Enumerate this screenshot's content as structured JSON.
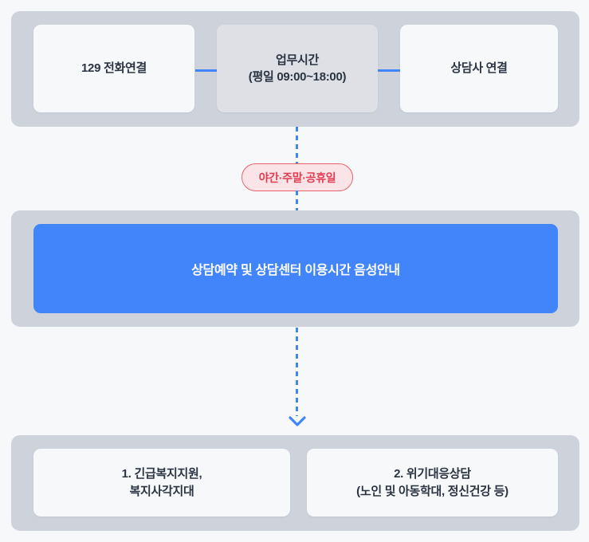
{
  "colors": {
    "page_background": "#f7f8fa",
    "group_background": "#ced3db",
    "card_background": "#f7f8fa",
    "card_shaded_background": "#dee0e5",
    "accent_blue": "#4285fb",
    "badge_red_text": "#e23c4e",
    "badge_red_border": "#e8636f",
    "badge_red_fill": "#fbe4e8",
    "text_dark": "#2b3442"
  },
  "flow": {
    "phone_row": {
      "call": {
        "number": "129",
        "label": "전화연결"
      },
      "hours": {
        "title": "업무시간",
        "detail": "(평일 09:00~18:00)"
      },
      "agent": {
        "label": "상담사 연결"
      }
    },
    "badge": {
      "label": "야간·주말·공휴일"
    },
    "voice_banner": {
      "label": "상담예약 및 상담센터 이용시간 음성안내"
    },
    "routes": [
      {
        "line1": "1. 긴급복지지원,",
        "line2": "복지사각지대",
        "index": "1."
      },
      {
        "line1": "2. 위기대응상담",
        "line2": "(노인 및 아동학대, 정신건강 등)",
        "index": "2."
      }
    ],
    "connectors": {
      "horizontal_1": "solid-blue-line",
      "horizontal_2": "solid-blue-line",
      "vertical_top": "dashed-blue-line",
      "vertical_mid": "dashed-blue-line",
      "vertical_bottom": "dashed-blue-line",
      "arrow": "chevron-down-icon"
    }
  }
}
